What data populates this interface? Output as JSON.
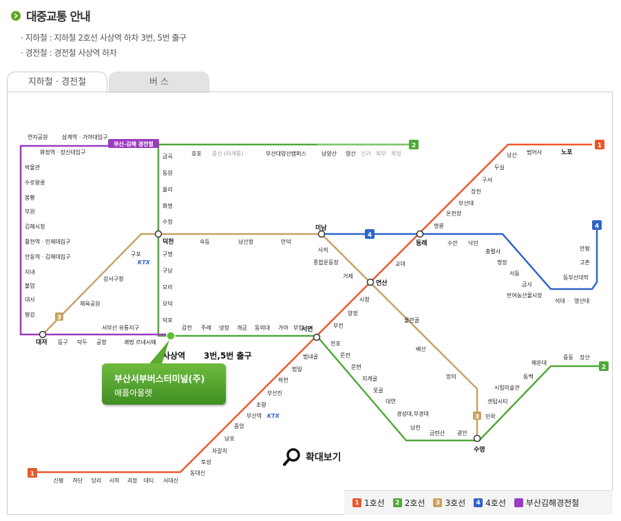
{
  "title": "대중교통 안내",
  "info": [
    "· 지하철 : 지하철 2호선 사상역 하차 3번, 5번 출구",
    "· 경전철 : 경전철 사상역 하차"
  ],
  "tabs": [
    {
      "label": "지하철 · 경전철",
      "active": true
    },
    {
      "label": "버 스",
      "active": false
    }
  ],
  "callout": {
    "line1": "부산서부버스터미널(주)",
    "line2": "애플아울렛"
  },
  "sasang_label": "사상역",
  "exit_label": "3번,5번 출구",
  "zoom_label": "확대보기",
  "legend": [
    {
      "num": "1",
      "label": "1호선",
      "color": "#e8582a"
    },
    {
      "num": "2",
      "label": "2호선",
      "color": "#4fa83a"
    },
    {
      "num": "3",
      "label": "3호선",
      "color": "#c8a163"
    },
    {
      "num": "4",
      "label": "4호선",
      "color": "#2f64c8"
    },
    {
      "num": "",
      "label": "부산김해경전철",
      "color": "#9b3bbf"
    }
  ],
  "line_badges": {
    "one": "1",
    "two": "2",
    "three": "3",
    "four": "4",
    "bgl": "부산-김해 경전철"
  },
  "stations": {
    "line1_bottom": [
      "신평",
      "하단",
      "당리",
      "사하",
      "괴정",
      "대티",
      "서대신"
    ],
    "line1_diag": [
      "동대신",
      "토성",
      "자갈치",
      "남포",
      "중앙",
      "부산역",
      "초량",
      "부산진",
      "좌천",
      "범일",
      "범내골",
      "서면",
      "부전",
      "양정",
      "시청",
      "연산",
      "교대",
      "동래",
      "명륜",
      "온천장",
      "부산대",
      "장전",
      "구서",
      "두실",
      "남산",
      "범어사",
      "노포"
    ],
    "line2_top": [
      "호포",
      "증산 (미개통)",
      "부산대양산캠퍼스",
      "남양산",
      "양산",
      "신기",
      "북부",
      "복정"
    ],
    "line2_west": [
      "금곡",
      "동원",
      "율리",
      "화명",
      "수정",
      "덕천",
      "구명",
      "구남",
      "모라",
      "모덕",
      "덕포"
    ],
    "line2_bottom": [
      "사상",
      "감전",
      "주례",
      "냉정",
      "개금",
      "동의대",
      "가야",
      "부암",
      "서면"
    ],
    "line2_east": [
      "전포",
      "문전",
      "문현",
      "지게골",
      "못골",
      "대연",
      "경성대,부경대",
      "남천",
      "금련산",
      "광안",
      "수영",
      "민락",
      "센텀시티",
      "시립미술관",
      "동백",
      "해운대",
      "중동",
      "장산"
    ],
    "line3": [
      "대저",
      "체육공원",
      "강서구청",
      "구포",
      "덕천",
      "숙등",
      "남산정",
      "만덕",
      "미남",
      "사직",
      "종합운동장",
      "거제",
      "연산",
      "물만골",
      "배산",
      "망미",
      "수영"
    ],
    "line4": [
      "미남",
      "동래",
      "수안",
      "낙민",
      "충렬사",
      "명장",
      "서동",
      "금사",
      "반여농산물시장",
      "석대",
      "영산대",
      "동부산대학",
      "고촌",
      "안평"
    ],
    "bgl": [
      "연지공원",
      "삼계역 · 가야대입구",
      "화정역 · 장신대입구",
      "박물관",
      "수로왕릉",
      "봉황",
      "부원",
      "김해시청",
      "활천역 · 인제대입구",
      "안동역 · 김해대입구",
      "지내",
      "불암",
      "대사",
      "평강",
      "대저",
      "등구",
      "덕두",
      "공항",
      "서부산 유통지구",
      "괘법 르네시떼",
      "사상"
    ]
  }
}
